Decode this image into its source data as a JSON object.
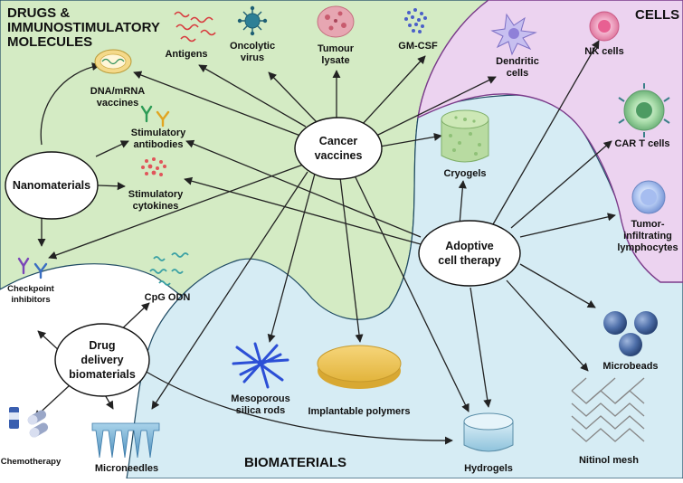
{
  "sections": {
    "drugs_line1": "DRUGS &",
    "drugs_line2": "IMMUNOSTIMULATORY",
    "drugs_line3": "MOLECULES",
    "cells": "CELLS",
    "biomaterials": "BIOMATERIALS"
  },
  "hubs": {
    "cancer_vaccines": [
      "Cancer",
      "vaccines"
    ],
    "nanomaterials": [
      "Nanomaterials"
    ],
    "adoptive": [
      "Adoptive",
      "cell therapy"
    ],
    "drug_delivery": [
      "Drug",
      "delivery",
      "biomaterials"
    ]
  },
  "items": {
    "dna": [
      "DNA/mRNA",
      "vaccines"
    ],
    "antigens": [
      "Antigens"
    ],
    "oncolytic": [
      "Oncolytic",
      "virus"
    ],
    "lysate": [
      "Tumour",
      "lysate"
    ],
    "gmcsf": [
      "GM-CSF"
    ],
    "dendritic": [
      "Dendritic",
      "cells"
    ],
    "nk": [
      "NK cells"
    ],
    "cart": [
      "CAR T cells"
    ],
    "til": [
      "Tumor-",
      "infiltrating",
      "lymphocytes"
    ],
    "stim_ab": [
      "Stimulatory",
      "antibodies"
    ],
    "stim_cyto": [
      "Stimulatory",
      "cytokines"
    ],
    "cryogels": [
      "Cryogels"
    ],
    "checkpoint": [
      "Checkpoint",
      "inhibitors"
    ],
    "cpg": [
      "CpG ODN"
    ],
    "microbeads": [
      "Microbeads"
    ],
    "mesoporous": [
      "Mesoporous",
      "silica rods"
    ],
    "implantable": [
      "Implantable polymers"
    ],
    "nitinol": [
      "Nitinol mesh"
    ],
    "hydrogels": [
      "Hydrogels"
    ],
    "microneedles": [
      "Microneedles"
    ],
    "chemotherapy": [
      "Chemotherapy"
    ]
  },
  "colors": {
    "drugs_region": "#d4ebc4",
    "cells_region": "#ecd3f0",
    "bio_region": "#d6ecf4",
    "arrow": "#222222"
  }
}
